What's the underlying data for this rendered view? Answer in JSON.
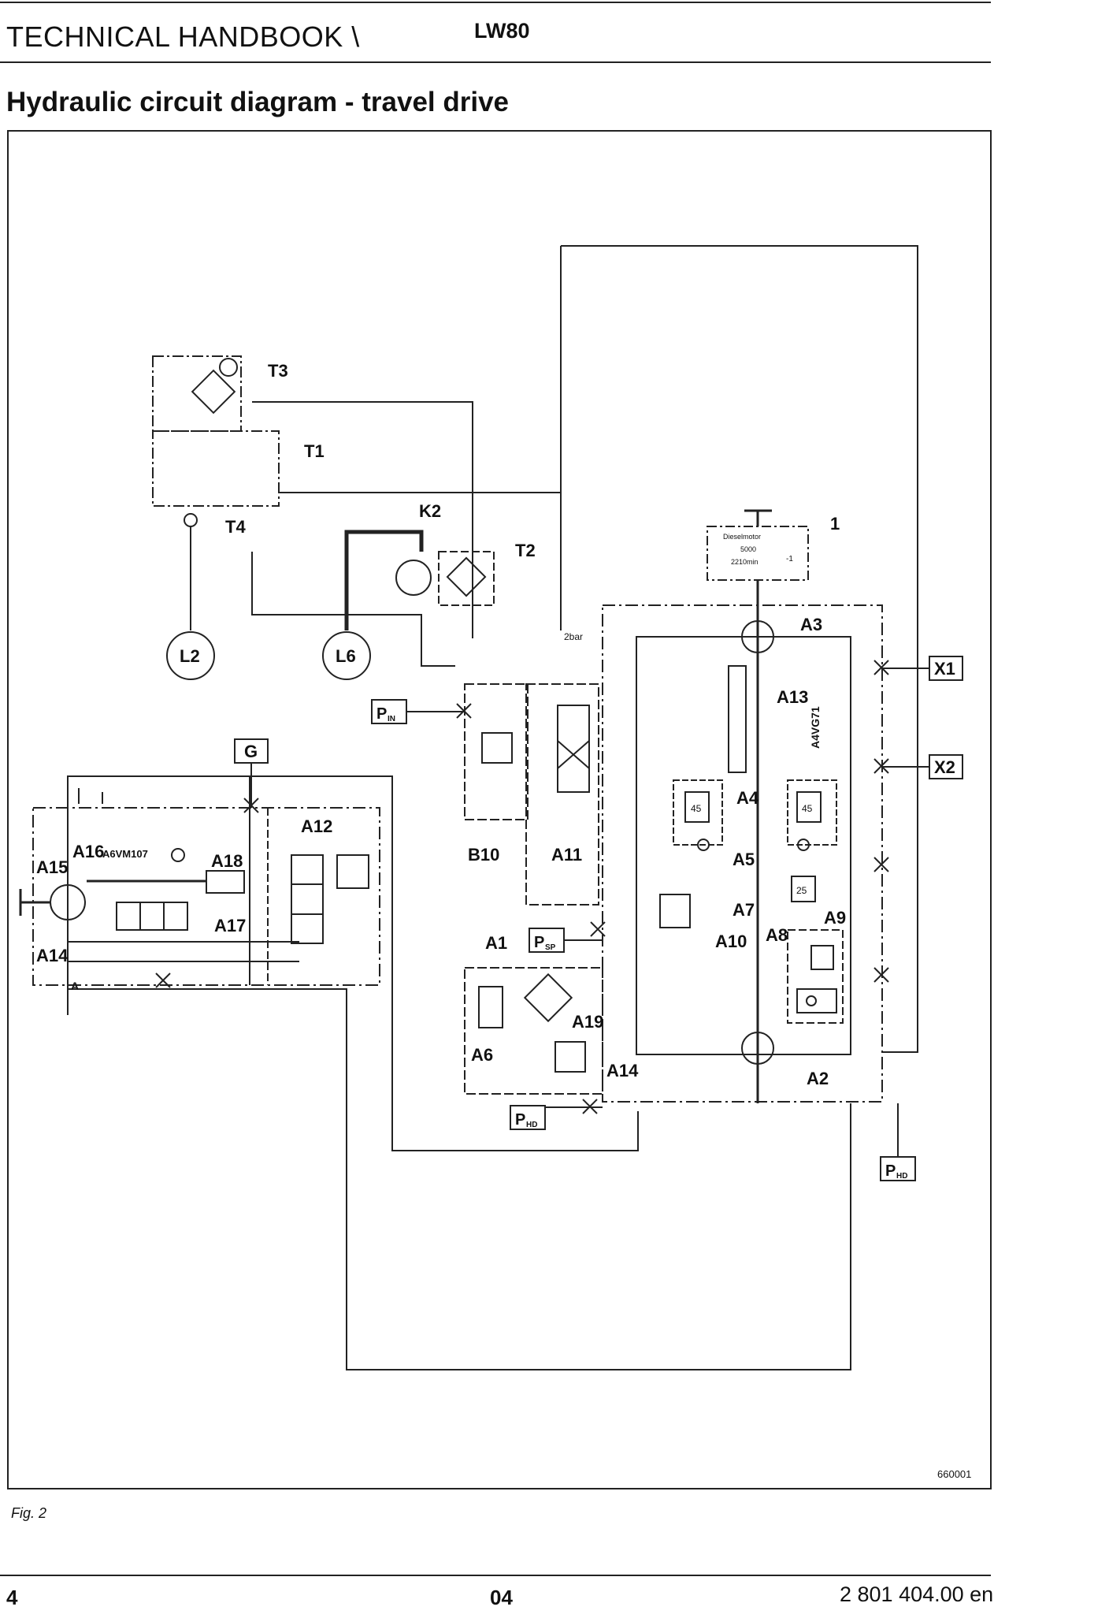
{
  "header": {
    "title": "TECHNICAL HANDBOOK \\",
    "model": "LW80"
  },
  "page_title": "Hydraulic circuit diagram - travel drive",
  "diagram": {
    "labels": {
      "T3": "T3",
      "T1": "T1",
      "T4": "T4",
      "K2": "K2",
      "T2": "T2",
      "one": "1",
      "A3": "A3",
      "L2": "L2",
      "L6": "L6",
      "X1": "X1",
      "X2": "X2",
      "G": "G",
      "A13": "A13",
      "A4VG71": "A4VG71",
      "A12": "A12",
      "A16": "A16",
      "A6VM107": "A6VM107",
      "A15": "A15",
      "A18": "A18",
      "A17": "A17",
      "A14_left": "A14",
      "A_port": "A",
      "B10": "B10",
      "A11": "A11",
      "A4": "A4",
      "A5": "A5",
      "A7": "A7",
      "A9": "A9",
      "A10": "A10",
      "A8": "A8",
      "A1": "A1",
      "A6": "A6",
      "A19": "A19",
      "A14_right": "A14",
      "A2": "A2",
      "two_bar": "2bar",
      "v45a": "45",
      "v45b": "45",
      "v25": "25",
      "diesel_line1": "Dieselmotor",
      "diesel_line2": "5000",
      "diesel_line3": "2210min",
      "diesel_suffix": "-1"
    },
    "pressure_labels": {
      "p_in_main": "P",
      "p_in_sub": "IN",
      "p_sp_main": "P",
      "p_sp_sub": "SP",
      "p_hd1_main": "P",
      "p_hd1_sub": "HD",
      "p_hd2_main": "P",
      "p_hd2_sub": "HD"
    },
    "drawing_number": "660001"
  },
  "figure_label": "Fig. 2",
  "footer": {
    "page_number": "4",
    "center": "04",
    "document": "2 801 404.00 en"
  }
}
